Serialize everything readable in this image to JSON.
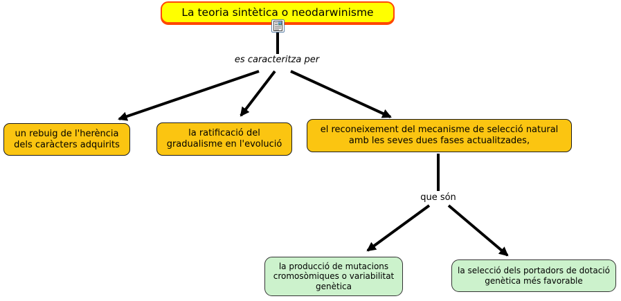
{
  "concept_map": {
    "root": {
      "label": "La teoria sintètica o neodarwinisme",
      "fill_color": "#FFFF00",
      "border_color": "#FF4700",
      "icon": "document-resource-icon"
    },
    "linking_phrase_1": {
      "label": "es caracteritza per"
    },
    "characteristics": [
      {
        "label": "un rebuig de l'herència dels caràcters adquirits",
        "fill_color": "#FBC511"
      },
      {
        "label": "la ratificació del gradualisme en l'evolució",
        "fill_color": "#FBC511"
      },
      {
        "label": "el reconeixement del mecanisme de selecció natural amb les seves dues fases actualitzades,",
        "fill_color": "#FBC511"
      }
    ],
    "linking_phrase_2": {
      "label": "que són"
    },
    "phases": [
      {
        "label": "la producció de mutacions cromosòmiques o variabilitat genètica",
        "fill_color": "#CCF2CC"
      },
      {
        "label": "la selecció dels portadors de dotació genètica més favorable",
        "fill_color": "#CCF2CC"
      }
    ],
    "connector_color": "#000000"
  }
}
